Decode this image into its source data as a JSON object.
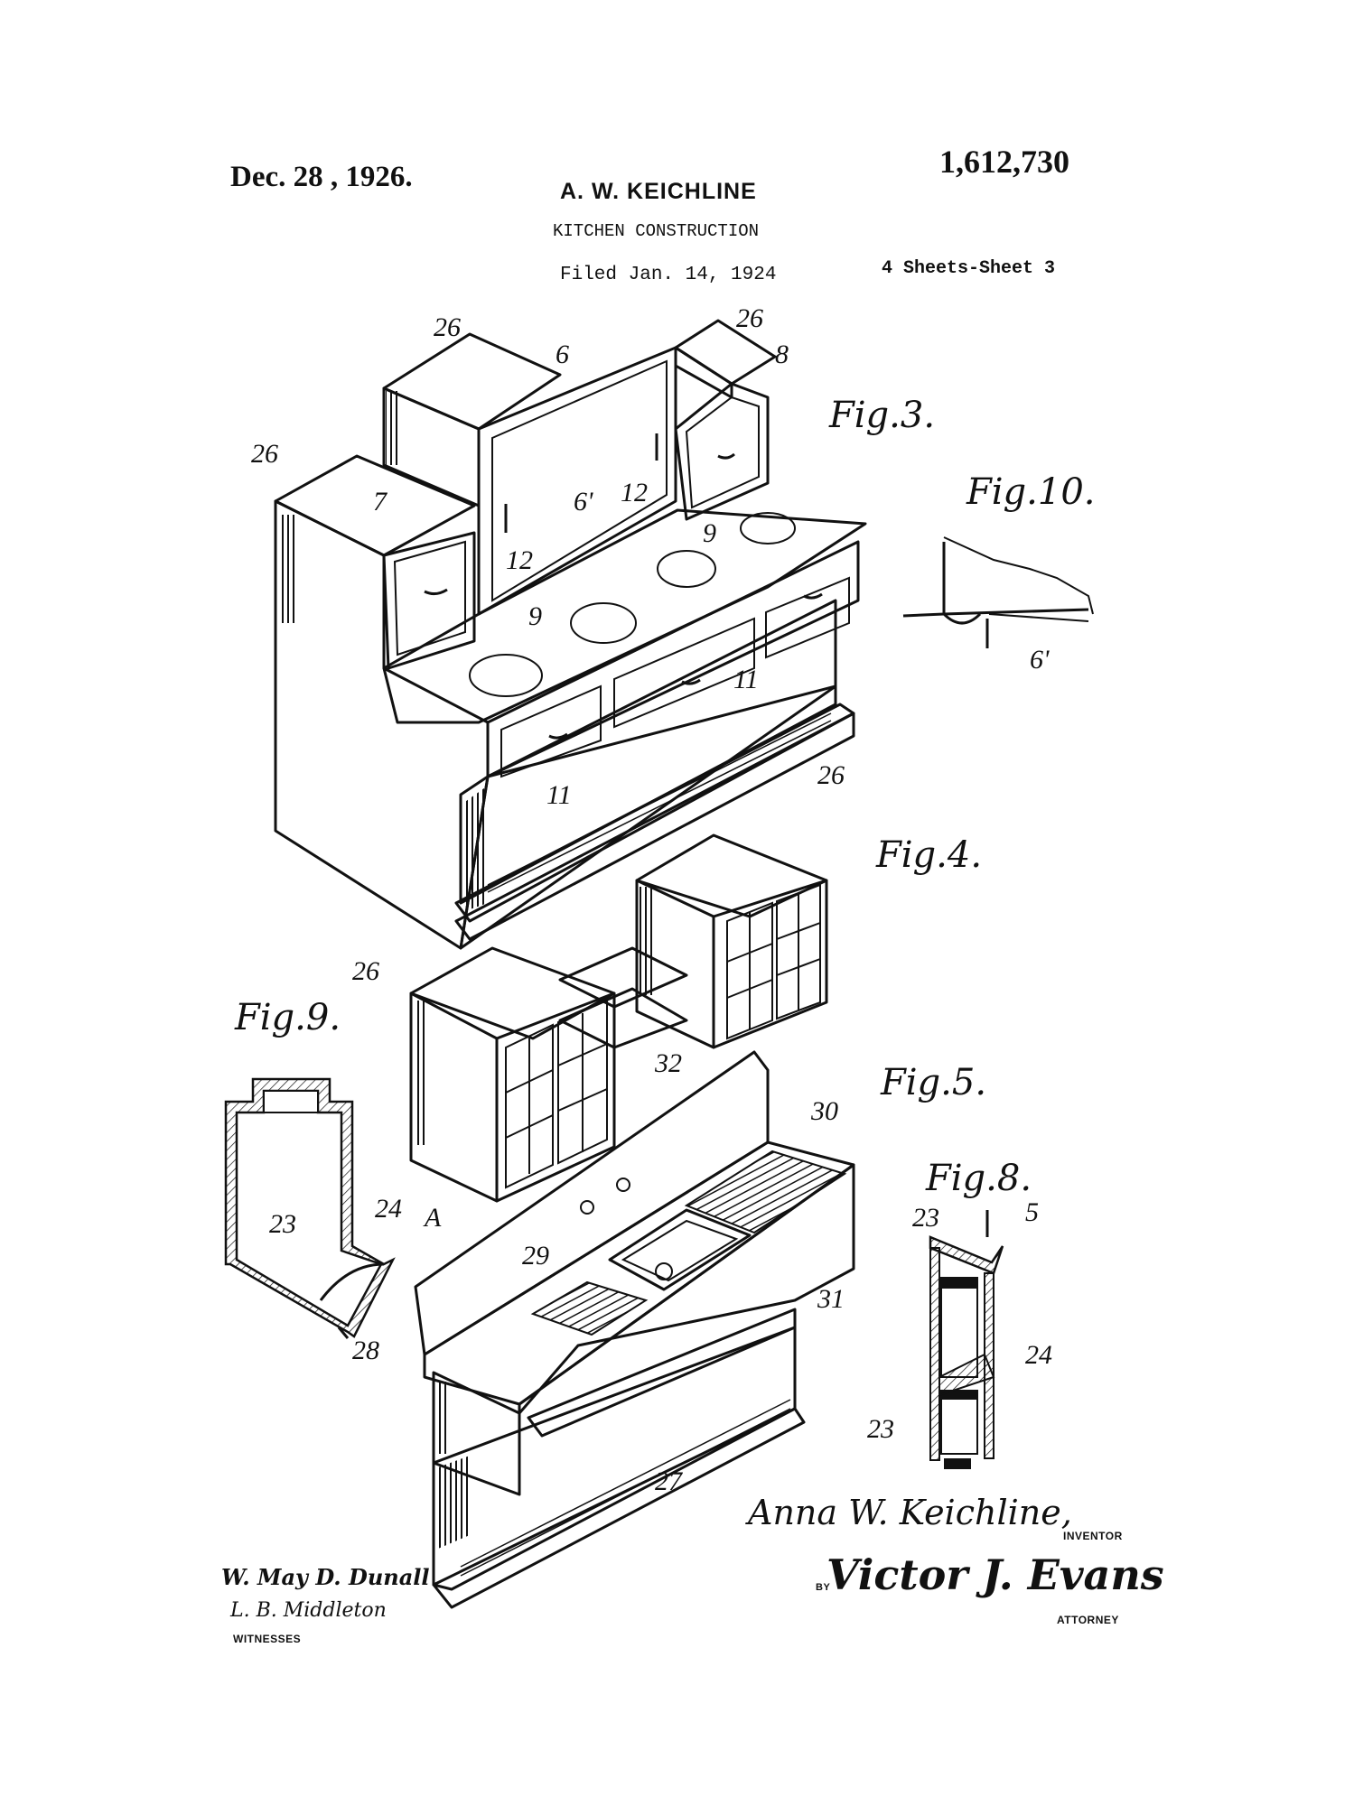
{
  "header": {
    "date": "Dec. 28 , 1926.",
    "patent_number": "1,612,730",
    "inventor": "A. W. KEICHLINE",
    "title": "KITCHEN CONSTRUCTION",
    "filed": "Filed Jan. 14, 1924",
    "sheets": "4 Sheets-Sheet 3"
  },
  "figures": {
    "fig3": "Fig.3.",
    "fig4": "Fig.4.",
    "fig5": "Fig.5.",
    "fig8": "Fig.8.",
    "fig9": "Fig.9.",
    "fig10": "Fig.10."
  },
  "refs": {
    "r26": "26",
    "r6": "6",
    "r8": "8",
    "r7": "7",
    "r12": "12",
    "r6p": "6'",
    "r9": "9",
    "r11": "11",
    "r32": "32",
    "r30": "30",
    "r29": "29",
    "r28": "28",
    "r27": "27",
    "r31": "31",
    "r23": "23",
    "r24": "24",
    "r5": "5",
    "rA": "A"
  },
  "footer": {
    "inventor_signature": "Anna W. Keichline,",
    "inventor_label": "INVENTOR",
    "by_label": "BY",
    "attorney_signature": "Victor J. Evans",
    "attorney_label": "ATTORNEY",
    "witness_1": "W. May D. Dunall",
    "witness_2": "L. B. Middleton",
    "witnesses_label": "WITNESSES"
  }
}
